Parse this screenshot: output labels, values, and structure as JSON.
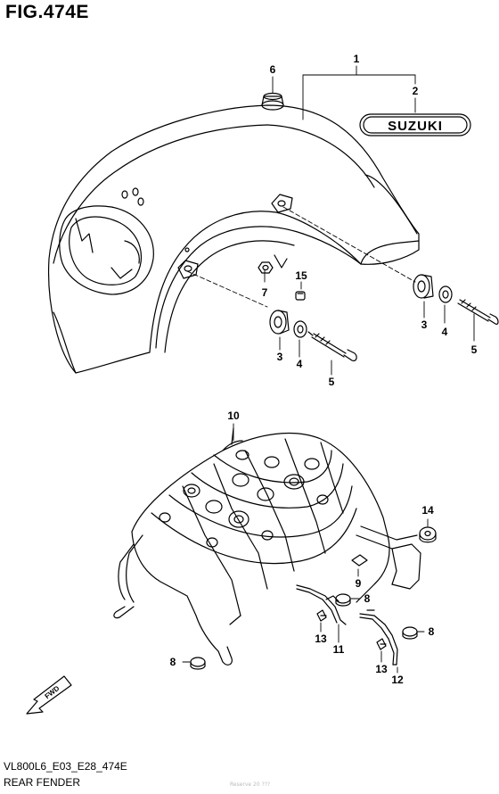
{
  "figure": {
    "title": "FIG.474E",
    "code": "VL800L6_E03_E28_474E",
    "name": "REAR FENDER",
    "faint_note": "Reserve 20 ???"
  },
  "emblem_text": "SUZUKI",
  "fwd_label": "FWD",
  "callouts": [
    {
      "id": "1"
    },
    {
      "id": "2"
    },
    {
      "id": "6"
    },
    {
      "id": "15"
    },
    {
      "id": "7"
    },
    {
      "id": "3"
    },
    {
      "id": "4"
    },
    {
      "id": "5"
    },
    {
      "id": "3"
    },
    {
      "id": "4"
    },
    {
      "id": "5"
    },
    {
      "id": "10"
    },
    {
      "id": "14"
    },
    {
      "id": "9"
    },
    {
      "id": "8"
    },
    {
      "id": "13"
    },
    {
      "id": "11"
    },
    {
      "id": "8"
    },
    {
      "id": "13"
    },
    {
      "id": "12"
    },
    {
      "id": "8"
    }
  ]
}
